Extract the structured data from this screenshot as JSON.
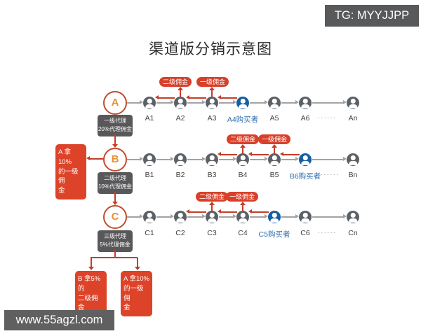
{
  "badge": {
    "text": "TG: MYYJJPP"
  },
  "title": "渠道版分销示意图",
  "watermark": {
    "text": "www.55agzl.com"
  },
  "colors": {
    "red_accent": "#dd4329",
    "dark_gray": "#58595b",
    "buyer_blue": "#135fa5",
    "agent_letter_orange": "#ea8f33",
    "gray_arrow": "#a3a3a3"
  },
  "rows": [
    {
      "agent": {
        "letter": "A",
        "box_line1": "一级代理",
        "box_line2": "20%代理佣金"
      },
      "pills": [
        {
          "label": "二级佣金"
        },
        {
          "label": "一级佣金"
        }
      ],
      "nodes": [
        {
          "label": "A1"
        },
        {
          "label": "A2"
        },
        {
          "label": "A3"
        },
        {
          "label": "A4购买者",
          "buyer": true
        },
        {
          "label": "A5"
        },
        {
          "label": "A6"
        },
        {
          "label": "An"
        }
      ],
      "dots": "······"
    },
    {
      "agent": {
        "letter": "B",
        "box_line1": "二级代理",
        "box_line2": "10%代理佣金"
      },
      "pills": [
        {
          "label": "二级佣金"
        },
        {
          "label": "一级佣金"
        }
      ],
      "nodes": [
        {
          "label": "B1"
        },
        {
          "label": "B2"
        },
        {
          "label": "B3"
        },
        {
          "label": "B4"
        },
        {
          "label": "B5"
        },
        {
          "label": "B6购买者",
          "buyer": true
        },
        {
          "label": "Bn"
        }
      ],
      "dots": "······"
    },
    {
      "agent": {
        "letter": "C",
        "box_line1": "三级代理",
        "box_line2": "5%代理佣金"
      },
      "pills": [
        {
          "label": "二级佣金"
        },
        {
          "label": "一级佣金"
        }
      ],
      "nodes": [
        {
          "label": "C1"
        },
        {
          "label": "C2"
        },
        {
          "label": "C3"
        },
        {
          "label": "C4"
        },
        {
          "label": "C5购买者",
          "buyer": true
        },
        {
          "label": "C6"
        },
        {
          "label": "Cn"
        }
      ],
      "dots": "······"
    }
  ],
  "side_note": {
    "line1": "A 拿10%",
    "line2": "的一级佣",
    "line3": "金"
  },
  "bottom_notes": [
    {
      "line1": "B 拿5%的",
      "line2": "二级佣金"
    },
    {
      "line1": "A 拿10%",
      "line2": "的一级佣",
      "line3": "金"
    }
  ]
}
